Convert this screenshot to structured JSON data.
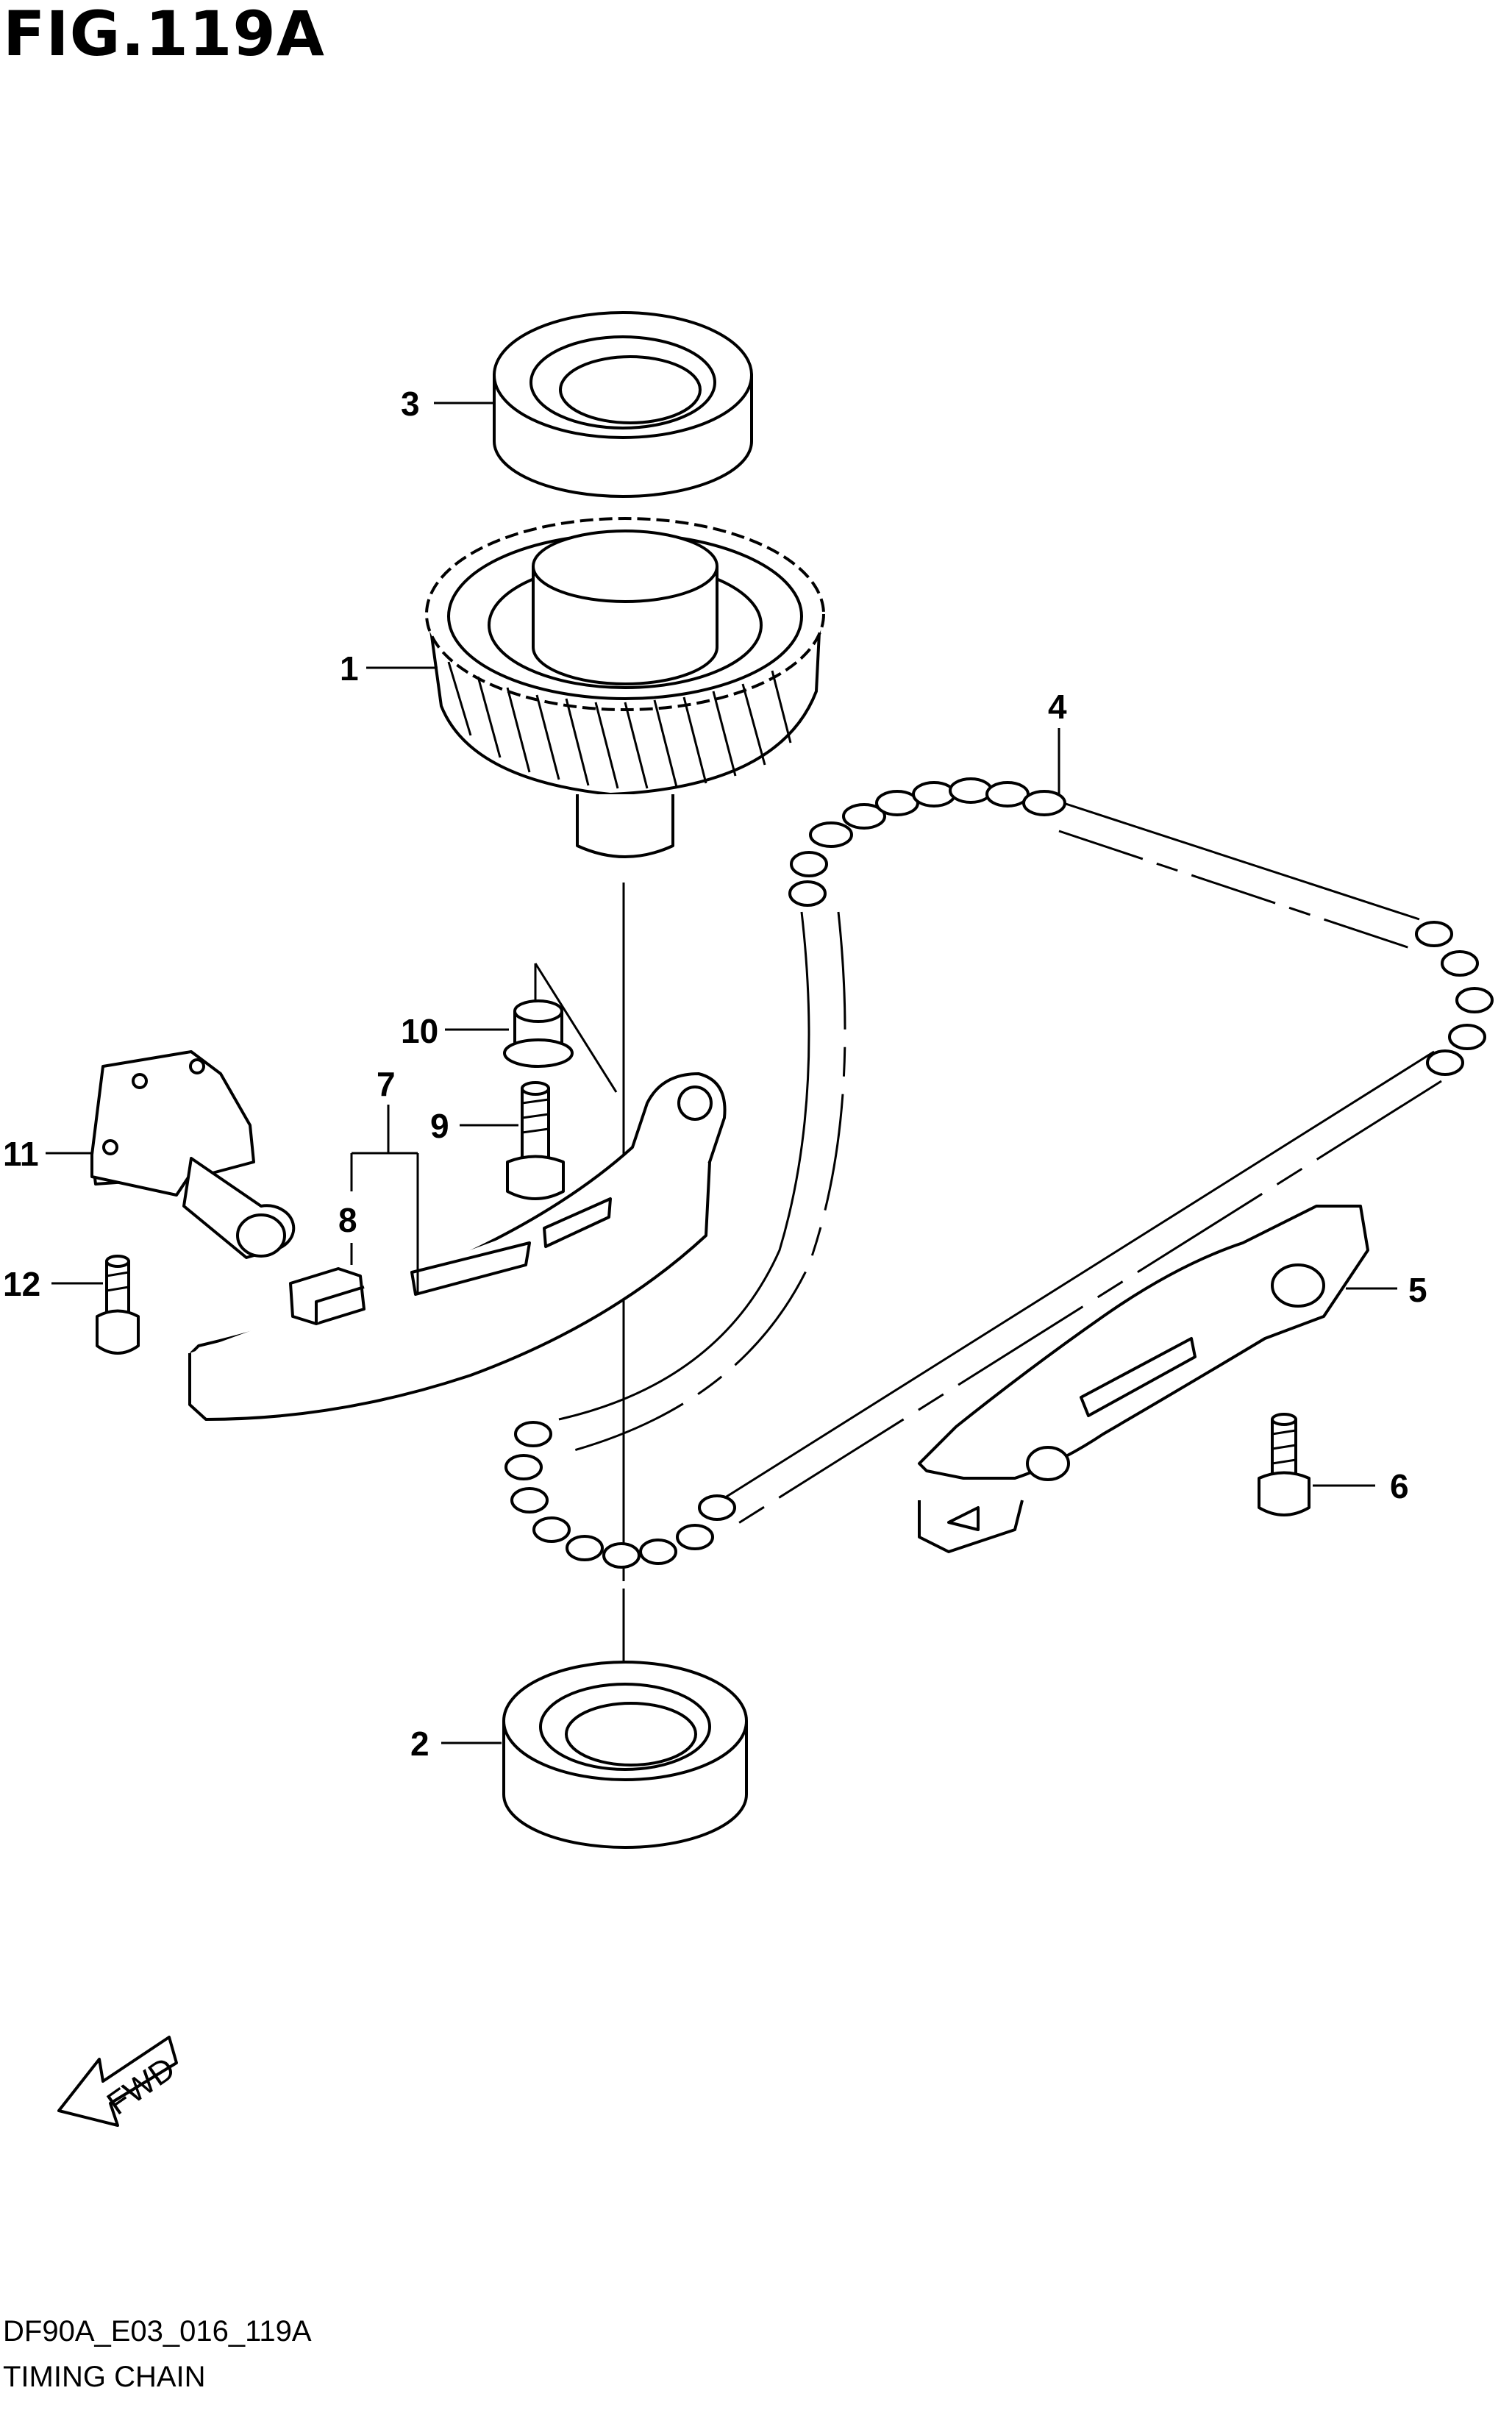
{
  "figure": {
    "title": "FIG.119A",
    "code": "DF90A_E03_016_119A",
    "caption": "TIMING CHAIN",
    "fwd_label": "FWD"
  },
  "callouts": [
    "1",
    "2",
    "3",
    "4",
    "5",
    "6",
    "7",
    "8",
    "9",
    "10",
    "11",
    "12"
  ]
}
